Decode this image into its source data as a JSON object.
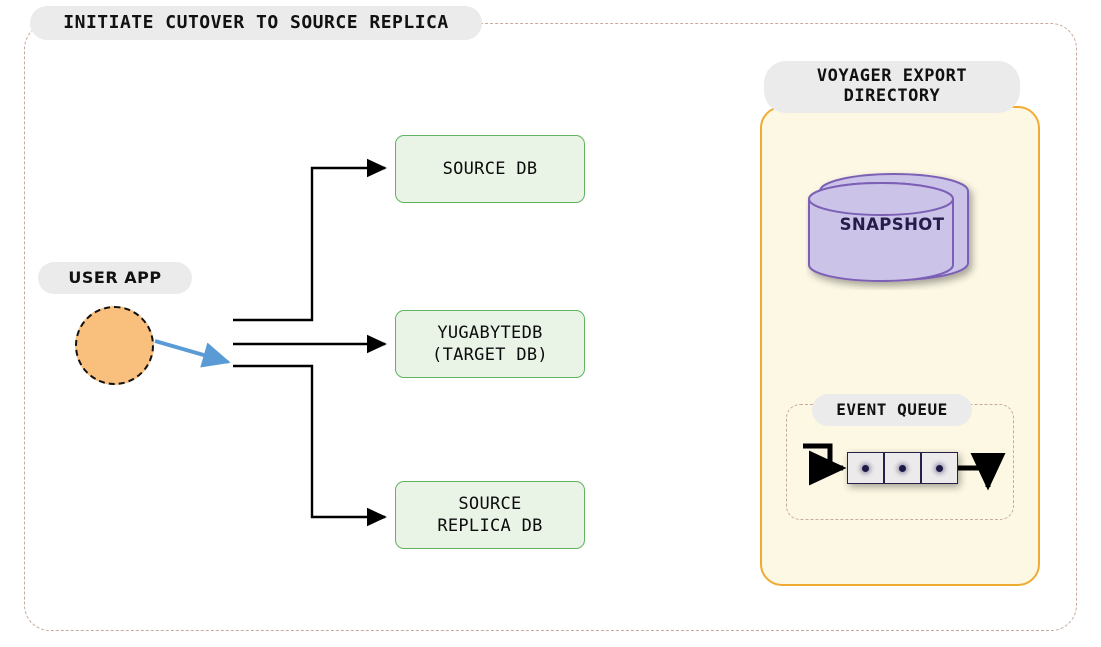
{
  "diagram": {
    "title": "INITIATE CUTOVER TO SOURCE REPLICA",
    "colors": {
      "frame_border": "#c9a99d",
      "pill_background": "#ebebeb",
      "export_dir_fill": "#fdf8e4",
      "export_dir_border": "#efab33",
      "db_box_fill": "#e9f4e7",
      "db_box_border": "#62b362",
      "user_app_fill": "#f9c07d",
      "user_app_border": "#111111",
      "snapshot_fill": "#ccc3e8",
      "snapshot_border": "#7b61b5",
      "snapshot_text": "#241c4a",
      "blue_arrow": "#5b9bd5",
      "black_arrow": "#000000",
      "queue_cell_fill": "#eceaea",
      "queue_cell_border": "#24204a"
    }
  },
  "user_app": {
    "label": "USER APP",
    "shape": "circle"
  },
  "databases": [
    {
      "id": "source-db",
      "label": "SOURCE DB"
    },
    {
      "id": "yugabytedb-target",
      "label": "YUGABYTEDB\n(TARGET DB)"
    },
    {
      "id": "source-replica-db",
      "label": "SOURCE\nREPLICA DB"
    }
  ],
  "voyager_export_directory": {
    "label": "VOYAGER EXPORT\nDIRECTORY",
    "snapshot": {
      "label": "SNAPSHOT",
      "shape": "cylinder"
    },
    "event_queue": {
      "label": "EVENT QUEUE",
      "cells": [
        {
          "dot": true
        },
        {
          "dot": true
        },
        {
          "dot": true
        }
      ]
    }
  },
  "connectors": [
    {
      "id": "user-app-to-fanout",
      "style": "solid",
      "color": "#5b9bd5",
      "arrowhead": true
    },
    {
      "id": "fanout-to-source-db",
      "style": "solid",
      "color": "#000000",
      "arrowhead": true
    },
    {
      "id": "fanout-to-yugabytedb",
      "style": "solid",
      "color": "#000000",
      "arrowhead": true
    },
    {
      "id": "fanout-to-source-replica",
      "style": "solid",
      "color": "#000000",
      "arrowhead": true
    },
    {
      "id": "queue-in",
      "style": "solid",
      "color": "#000000",
      "arrowhead": true
    },
    {
      "id": "queue-out",
      "style": "solid",
      "color": "#000000",
      "arrowhead": true
    }
  ]
}
